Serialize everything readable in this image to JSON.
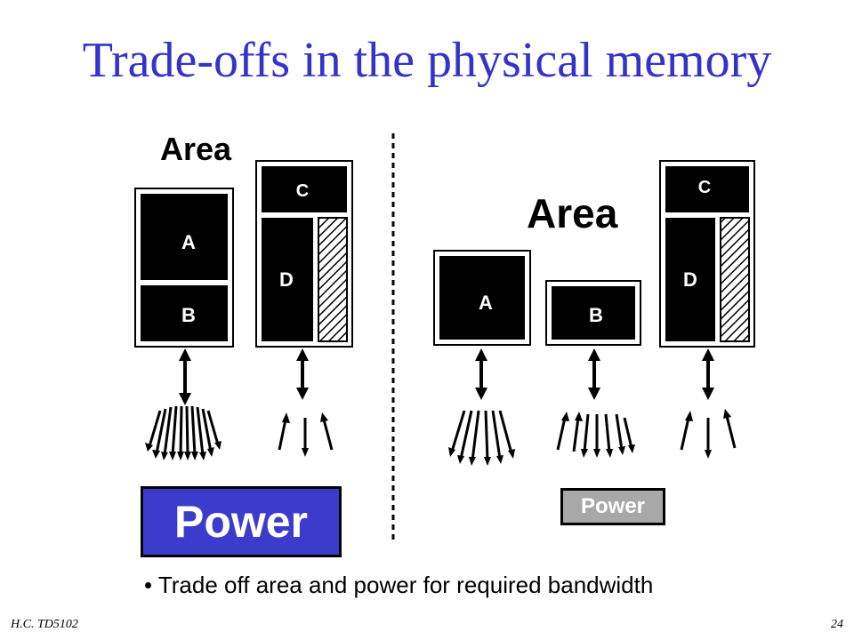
{
  "slide": {
    "title": "Trade-offs in the physical memory",
    "bullet": "• Trade off area and power for required bandwidth",
    "footer_left": "H.C.  TD5102",
    "page_number": "24"
  },
  "left": {
    "area_label": "Area",
    "power_label": "Power",
    "blocks": {
      "a": "A",
      "b": "B",
      "c": "C",
      "d": "D"
    }
  },
  "right": {
    "area_label": "Area",
    "power_label": "Power",
    "blocks": {
      "a": "A",
      "b": "B",
      "c": "C",
      "d": "D"
    }
  },
  "colors": {
    "title": "#3333cc",
    "power_high": "#3c3ccc",
    "power_low": "#a8a8a8",
    "block_fill": "#000000"
  }
}
